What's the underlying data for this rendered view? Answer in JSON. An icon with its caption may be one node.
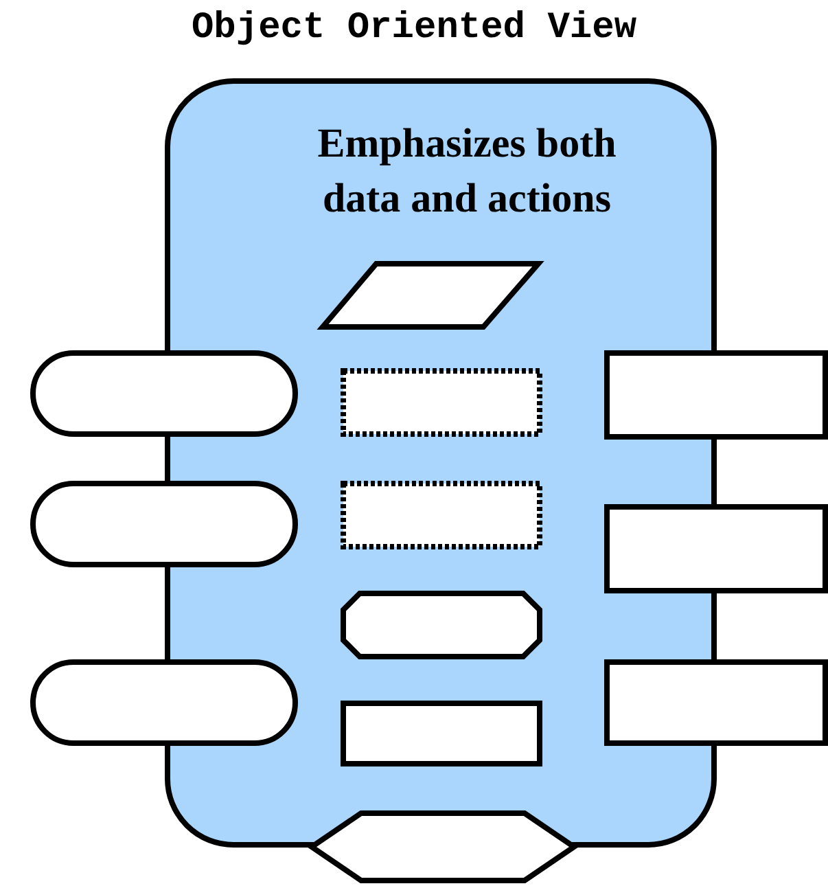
{
  "diagram": {
    "title": "Object Oriented View",
    "nodes": [
      {
        "text": [
          "Emphasizes both data and actions"
        ]
      },
      {
        "text": [],
        "shape": "parallelogram",
        "in": 0
      },
      {
        "text": [],
        "shape": "stadium"
      },
      {
        "text": [],
        "shape": "box",
        "in": 0
      },
      {
        "text": [],
        "shape": "box"
      },
      {
        "text": [],
        "shape": "stadium"
      },
      {
        "text": [],
        "shape": "box",
        "in": 0
      },
      {
        "text": [],
        "shape": "box"
      },
      {
        "text": [],
        "shape": "octagon",
        "in": 0
      },
      {
        "text": [],
        "shape": "stadium"
      },
      {
        "text": [],
        "shape": "box",
        "in": 0
      },
      {
        "text": [],
        "shape": "box"
      },
      {
        "text": [],
        "shape": "hexagon"
      }
    ]
  }
}
